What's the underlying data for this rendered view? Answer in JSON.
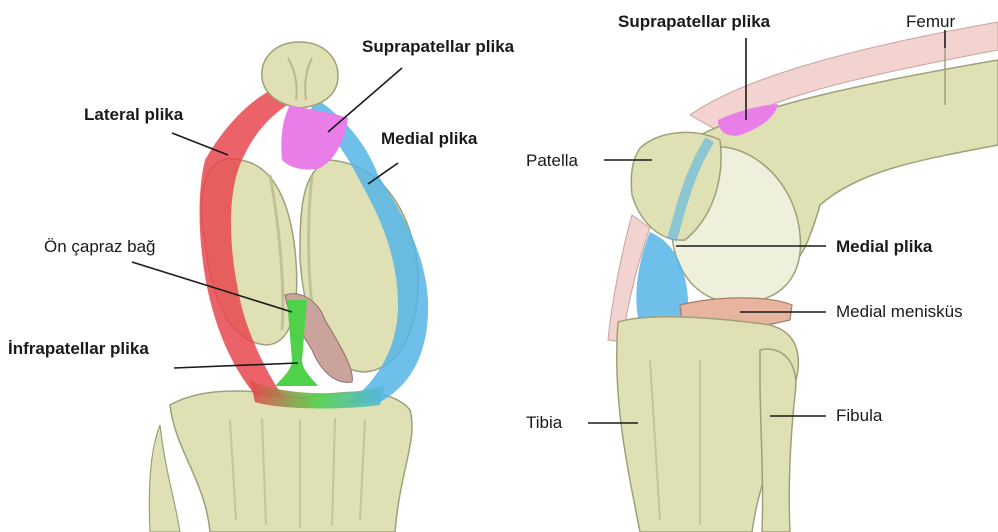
{
  "left_view": {
    "labels": {
      "suprapatellar": "Suprapatellar plika",
      "lateral": "Lateral plika",
      "medial": "Medial plika",
      "acl": "Ön çapraz bağ",
      "infrapatellar": "İnfrapatellar plika"
    }
  },
  "right_view": {
    "labels": {
      "suprapatellar": "Suprapatellar plika",
      "femur": "Femur",
      "patella": "Patella",
      "medial_plika": "Medial plika",
      "medial_meniskus": "Medial menisküs",
      "tibia": "Tibia",
      "fibula": "Fibula"
    }
  },
  "colors": {
    "bone": "#dfe0b4",
    "bone_outline": "#9fa07a",
    "lateral_plika": "#e8474d",
    "medial_plika": "#55b4e6",
    "suprapatellar_plika": "#e97ee8",
    "infrapatellar_plika": "#4fd14a",
    "ligament": "#c9a39c",
    "meniscus": "#e7b59f"
  }
}
